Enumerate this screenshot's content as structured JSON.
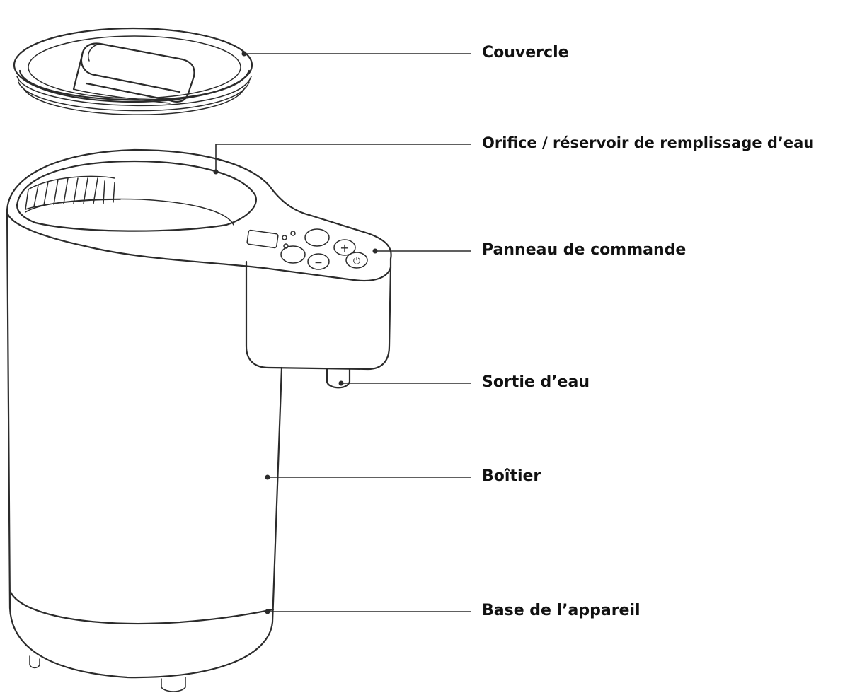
{
  "labels": {
    "lid": "Couvercle",
    "fill_opening": "Orifice / réservoir de remplissage d’eau",
    "control_panel": "Panneau de commande",
    "water_outlet": "Sortie d’eau",
    "housing": "Boîtier",
    "base": "Base de l’appareil"
  },
  "panel_buttons": [
    "+",
    "−",
    "⏻"
  ]
}
